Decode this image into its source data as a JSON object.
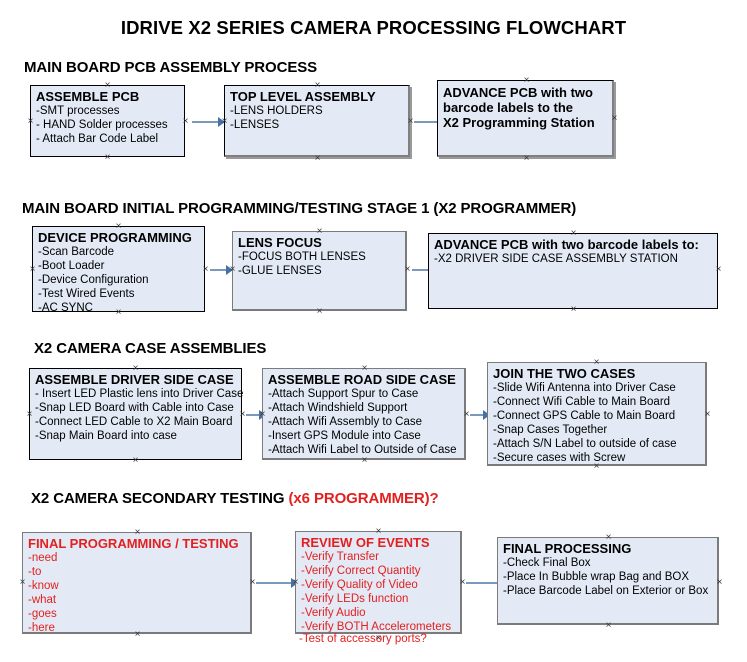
{
  "document": {
    "title": "IDRIVE X2  SERIES CAMERA PROCESSING FLOWCHART"
  },
  "colors": {
    "box_fill": "#e3eaf5",
    "box_border": "#000000",
    "accent_red": "#e32020",
    "connector": "#7b98bd",
    "text": "#000000"
  },
  "sections": [
    {
      "id": "main-board-pcb-assembly",
      "header": "MAIN BOARD PCB ASSEMBLY PROCESS",
      "header_accent": "",
      "boxes": [
        {
          "id": "assemble-pcb",
          "title": "ASSEMBLE PCB",
          "lines": [
            "-SMT processes",
            "- HAND Solder processes",
            "- Attach Bar Code Label"
          ]
        },
        {
          "id": "top-level-assembly",
          "title": "TOP LEVEL ASSEMBLY",
          "lines": [
            "-LENS HOLDERS",
            "-LENSES"
          ]
        },
        {
          "id": "advance-pcb-x2-programming-station",
          "title": "ADVANCE PCB with two barcode labels to the  X2 Programming Station",
          "title_lines": [
            "ADVANCE PCB with two",
            "barcode labels to the",
            " X2 Programming Station"
          ],
          "lines": []
        }
      ]
    },
    {
      "id": "main-board-initial-programming",
      "header": "MAIN BOARD INITIAL PROGRAMMING/TESTING STAGE 1 (X2 PROGRAMMER)",
      "header_accent": "",
      "boxes": [
        {
          "id": "device-programming",
          "title": "DEVICE PROGRAMMING",
          "lines": [
            "-Scan Barcode",
            "-Boot Loader",
            "-Device Configuration",
            "-Test Wired Events",
            "-AC SYNC"
          ]
        },
        {
          "id": "lens-focus",
          "title": "LENS FOCUS",
          "lines": [
            "-FOCUS BOTH LENSES",
            "-GLUE LENSES"
          ]
        },
        {
          "id": "advance-pcb-driver-side-case",
          "title": "ADVANCE PCB with two barcode labels to:",
          "lines": [
            "-X2 DRIVER  SIDE  CASE  ASSEMBLY STATION"
          ]
        }
      ]
    },
    {
      "id": "x2-camera-case-assemblies",
      "header": "X2 CAMERA CASE ASSEMBLIES",
      "header_accent": "",
      "boxes": [
        {
          "id": "assemble-driver-side-case",
          "title": "ASSEMBLE DRIVER SIDE CASE",
          "lines": [
            "- Insert LED Plastic lens into Driver Case",
            "-Snap LED Board with Cable into Case",
            "-Connect LED Cable to X2 Main Board",
            "-Snap Main Board into case"
          ]
        },
        {
          "id": "assemble-road-side-case",
          "title": "ASSEMBLE ROAD SIDE CASE",
          "lines": [
            "-Attach Support Spur to Case",
            "-Attach Windshield Support",
            "-Attach Wifi Assembly to Case",
            "-Insert GPS Module into Case",
            "-Attach Wifi Label to Outside of Case"
          ]
        },
        {
          "id": "join-the-two-cases",
          "title": "JOIN THE TWO CASES",
          "lines": [
            "-Slide Wifi Antenna into Driver Case",
            "-Connect Wifi Cable to Main Board",
            "-Connect GPS Cable to Main Board",
            "-Snap Cases Together",
            "-Attach S/N Label to outside of case",
            "-Secure cases with Screw"
          ]
        }
      ]
    },
    {
      "id": "x2-camera-secondary-testing",
      "header": "X2 CAMERA SECONDARY TESTING ",
      "header_accent": "(x6 PROGRAMMER)?",
      "boxes": [
        {
          "id": "final-programming-testing",
          "title": "FINAL PROGRAMMING / TESTING",
          "lines": [
            "-need",
            "-to",
            "-know",
            "-what",
            "-goes",
            "-here"
          ]
        },
        {
          "id": "review-of-events",
          "title": "REVIEW OF EVENTS",
          "lines": [
            "-Verify Transfer",
            "-Verify Correct Quantity",
            "-Verify Quality of Video",
            "-Verify LEDs function",
            "-Verify Audio",
            "-Verify BOTH Accelerometers"
          ],
          "overflow_line": "-Test of accessory ports?"
        },
        {
          "id": "final-processing",
          "title": "FINAL PROCESSING",
          "lines": [
            " -Check Final Box",
            "-Place In Bubble wrap Bag and BOX",
            "-Place Barcode Label on Exterior or Box"
          ]
        }
      ]
    }
  ]
}
